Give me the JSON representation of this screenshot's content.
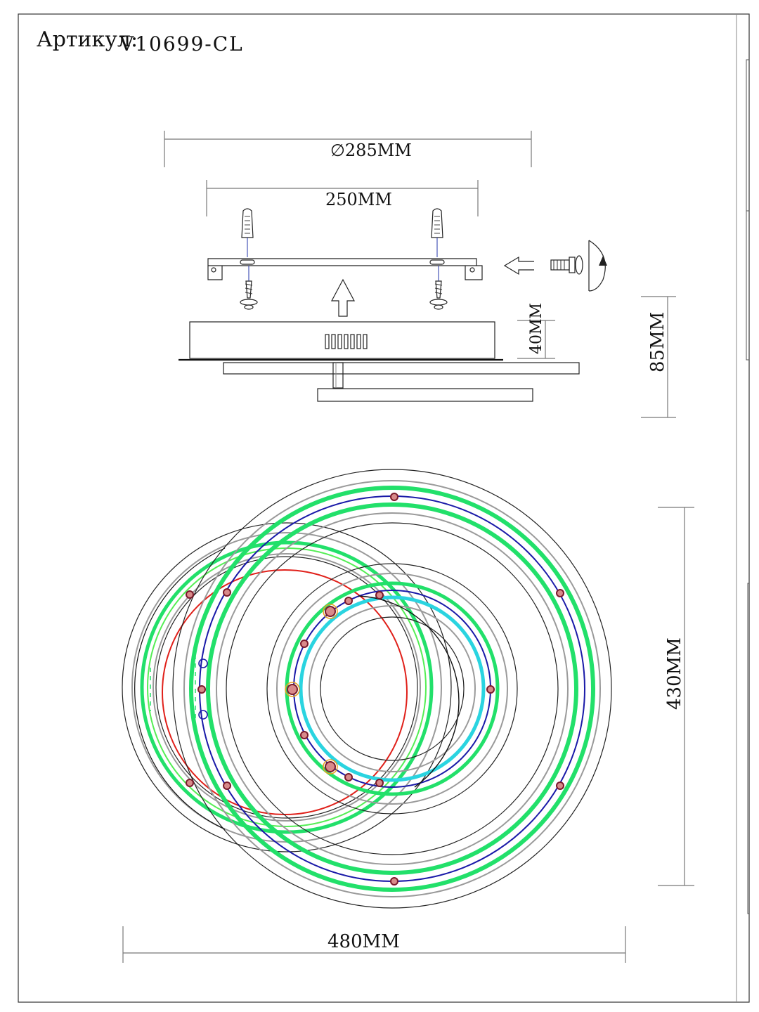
{
  "header": {
    "article_label": "Артикул:",
    "article_code": "V10699-CL"
  },
  "dimensions": {
    "outer_diameter": "∅285MM",
    "mount_width": "250MM",
    "base_height": "40MM",
    "total_height": "85MM",
    "depth": "430MM",
    "width": "480MM"
  },
  "colors": {
    "outline": "#111111",
    "led_strip": "#22e06a",
    "led_inner": "#2ad4e0",
    "wire": "#1a1aa8",
    "guide": "#e0201a",
    "shade_ring": "#9a9a9a",
    "fixing_dot": "#a0283a"
  }
}
